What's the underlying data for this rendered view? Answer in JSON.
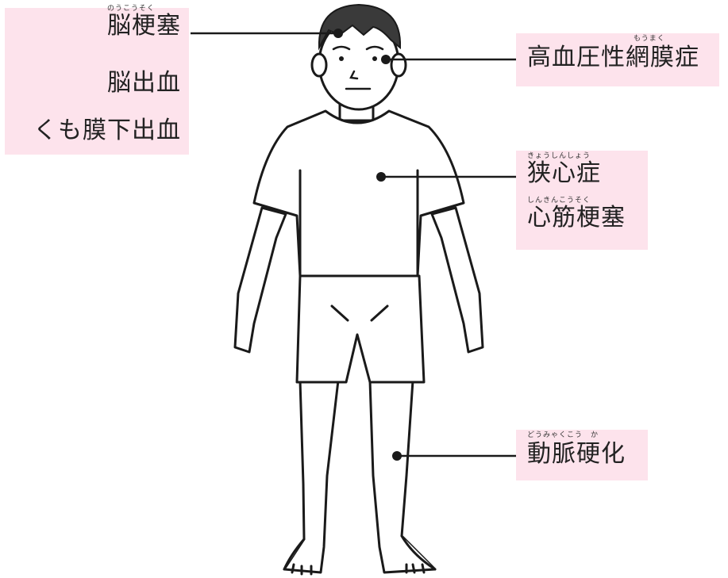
{
  "labels": {
    "brain": {
      "cerebral_infarction": {
        "ruby": "のうこうそく",
        "term": "脳梗塞"
      },
      "cerebral_hemorrhage": {
        "term": "脳出血"
      },
      "subarachnoid_hemorrhage": {
        "term": "くも膜下出血"
      }
    },
    "eye": {
      "ruby": "もうまく",
      "term": "高血圧性網膜症"
    },
    "heart": {
      "angina": {
        "ruby": "きょうしんしょう",
        "term": "狭心症"
      },
      "myocardial_infarction": {
        "ruby": "しんきんこうそく",
        "term": "心筋梗塞"
      }
    },
    "leg": {
      "ruby": "どうみゃくこう　か",
      "term": "動脈硬化"
    }
  },
  "colors": {
    "label_background": "#fde3ec",
    "outline": "#1a1a1a",
    "hair": "#3a3a3a"
  }
}
